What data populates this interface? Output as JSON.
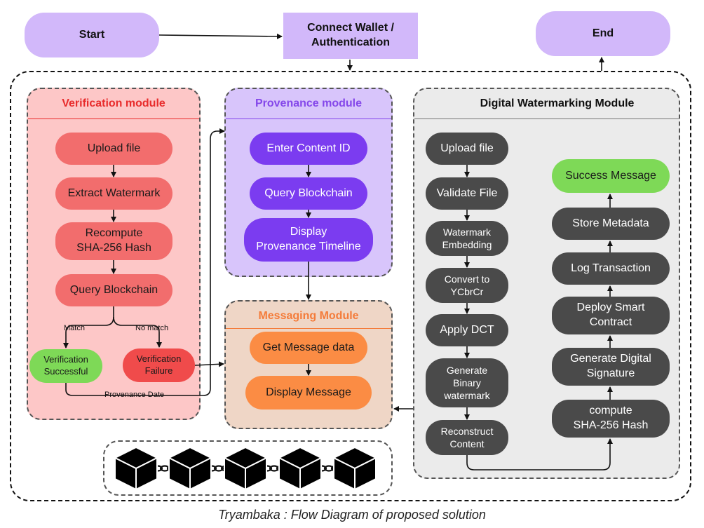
{
  "top": {
    "start": "Start",
    "connect_line1": "Connect Wallet /",
    "connect_line2": "Authentication",
    "end": "End"
  },
  "verification": {
    "title": "Verification module",
    "upload": "Upload file",
    "extract": "Extract Watermark",
    "recompute_line1": "Recompute",
    "recompute_line2": "SHA-256 Hash",
    "query": "Query Blockchain",
    "match_label": "Match",
    "nomatch_label": "No match",
    "success_line1": "Verification",
    "success_line2": "Successful",
    "failure_line1": "Verification",
    "failure_line2": "Failure",
    "provenance_label": "Provenance Date"
  },
  "provenance": {
    "title": "Provenance module",
    "enter": "Enter Content ID",
    "query": "Query Blockchain",
    "display_line1": "Display",
    "display_line2": "Provenance Timeline"
  },
  "messaging": {
    "title": "Messaging Module",
    "get": "Get Message data",
    "display": "Display Message"
  },
  "watermark": {
    "title": "Digital Watermarking Module",
    "upload": "Upload file",
    "validate": "Validate File",
    "embed_line1": "Watermark",
    "embed_line2": "Embedding",
    "convert_line1": "Convert to",
    "convert_line2": "YCbrCr",
    "dct": "Apply DCT",
    "gen_line1": "Generate",
    "gen_line2": "Binary",
    "gen_line3": "watermark",
    "recon_line1": "Reconstruct",
    "recon_line2": "Content",
    "success": "Success Message",
    "store": "Store Metadata",
    "log": "Log Transaction",
    "deploy_line1": "Deploy Smart",
    "deploy_line2": "Contract",
    "sig_line1": "Generate Digital",
    "sig_line2": "Signature",
    "sha_line1": "compute",
    "sha_line2": "SHA-256 Hash"
  },
  "caption": "Tryambaka : Flow Diagram of proposed solution",
  "colors": {
    "lavender": "#d2b8fa",
    "red_module_bg": "#fdc7c7",
    "red_node": "#f26d6d",
    "red_title": "#e82c2c",
    "purple_module_bg": "#d8c5fb",
    "purple_node": "#7b3cf0",
    "purple_title": "#8447ea",
    "orange_module_bg": "#efd6c6",
    "orange_node": "#fb8c44",
    "orange_title": "#f47c3a",
    "gray_module_bg": "#ebebeb",
    "dark_node": "#4a4a4a",
    "green_node": "#7ed957",
    "failure_node": "#f04b4b"
  }
}
